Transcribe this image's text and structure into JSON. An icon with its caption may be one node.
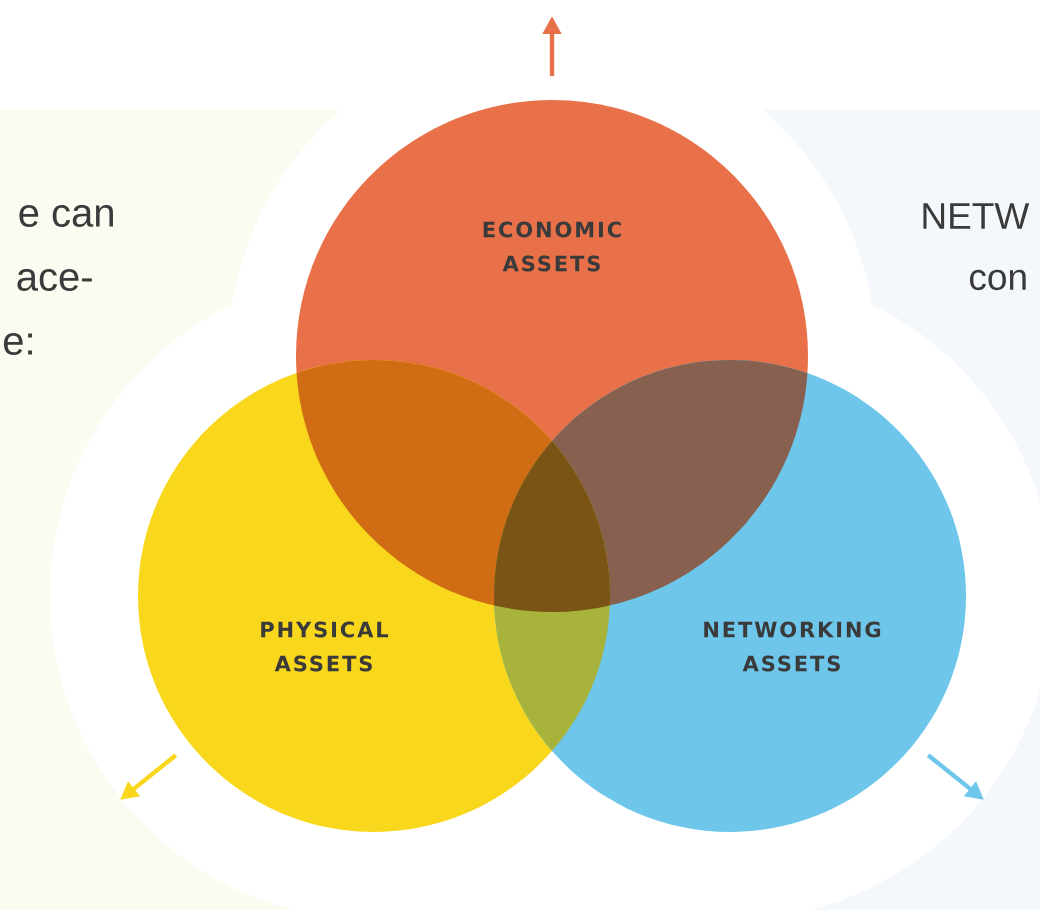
{
  "diagram": {
    "nodes": [
      {
        "text": [
          "ECONOMIC ASSETS"
        ]
      },
      {
        "text": [
          "PHYSICAL ASSETS"
        ]
      },
      {
        "text": [
          "NETWORKING ASSETS"
        ]
      }
    ],
    "labels": [
      "e can",
      "ace-",
      "e:",
      "NETW",
      "con"
    ]
  }
}
